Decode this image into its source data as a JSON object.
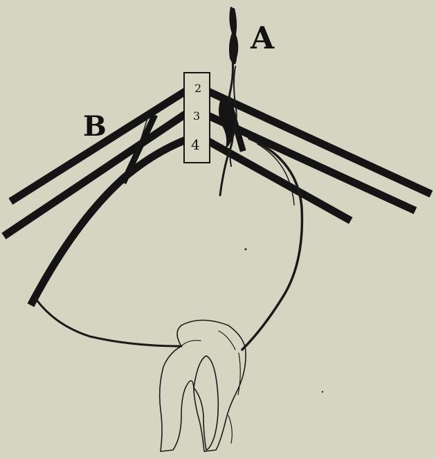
{
  "labels": {
    "a": "A",
    "b": "B",
    "segments": [
      "2",
      "3",
      "4"
    ]
  },
  "colors": {
    "background": "#d6d5c1",
    "ink": "#141414"
  }
}
